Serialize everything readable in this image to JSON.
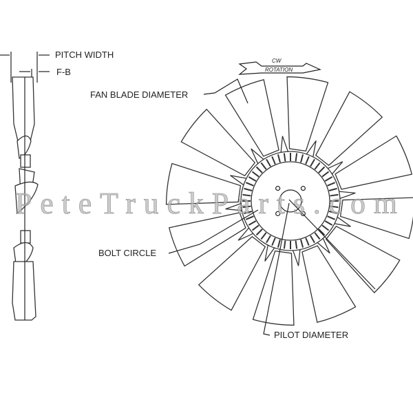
{
  "labels": {
    "pitch_width": "PITCH WIDTH",
    "fb": "F-B",
    "fan_blade_diameter": "FAN BLADE DIAMETER",
    "bolt_circle": "BOLT CIRCLE",
    "pilot_diameter": "PILOT DIAMETER",
    "rotation_top": "CW",
    "rotation_bottom": "ROTATION"
  },
  "watermark": "PeteTruckParts.com",
  "fan": {
    "blade_count": 12
  }
}
